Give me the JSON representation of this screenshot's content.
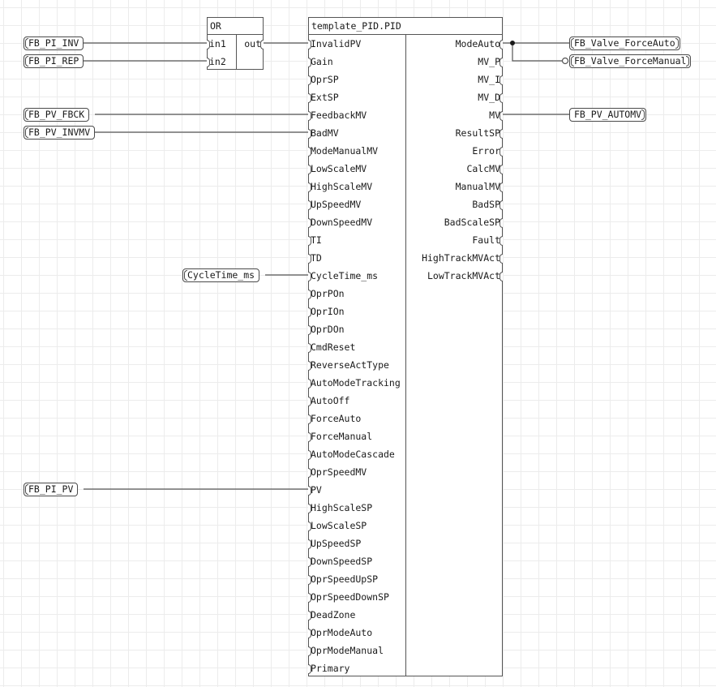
{
  "or_block": {
    "title": "OR",
    "inputs": [
      "in1",
      "in2"
    ],
    "output": "out"
  },
  "pid_block": {
    "title": "template_PID.PID",
    "inputs": [
      "InvalidPV",
      "Gain",
      "OprSP",
      "ExtSP",
      "FeedbackMV",
      "BadMV",
      "ModeManualMV",
      "LowScaleMV",
      "HighScaleMV",
      "UpSpeedMV",
      "DownSpeedMV",
      "TI",
      "TD",
      "CycleTime_ms",
      "OprPOn",
      "OprIOn",
      "OprDOn",
      "CmdReset",
      "ReverseActType",
      "AutoModeTracking",
      "AutoOff",
      "ForceAuto",
      "ForceManual",
      "AutoModeCascade",
      "OprSpeedMV",
      "PV",
      "HighScaleSP",
      "LowScaleSP",
      "UpSpeedSP",
      "DownSpeedSP",
      "OprSpeedUpSP",
      "OprSpeedDownSP",
      "DeadZone",
      "OprModeAuto",
      "OprModeManual",
      "Primary"
    ],
    "outputs": [
      "ModeAuto",
      "MV_P",
      "MV_I",
      "MV_D",
      "MV",
      "ResultSP",
      "Error",
      "CalcMV",
      "ManualMV",
      "BadSP",
      "BadScaleSP",
      "Fault",
      "HighTrackMVAct",
      "LowTrackMVAct"
    ]
  },
  "input_variables": {
    "fb_pi_inv": "FB_PI_INV",
    "fb_pi_rep": "FB_PI_REP",
    "fb_pv_fbck": "FB_PV_FBCK",
    "fb_pv_invmv": "FB_PV_INVMV",
    "cycle_time": "CycleTime_ms",
    "fb_pi_pv": "FB_PI_PV"
  },
  "output_variables": {
    "force_auto": "FB_Valve_ForceAuto",
    "force_manual": "FB_Valve_ForceManual",
    "automv": "FB_PV_AUTOMV"
  },
  "colors": {
    "wire": "#555555",
    "border": "#555555",
    "grid": "#ececec",
    "background": "#ffffff"
  }
}
